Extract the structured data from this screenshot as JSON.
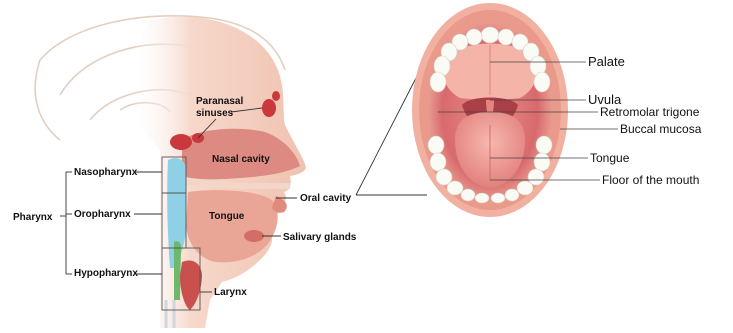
{
  "head_diagram": {
    "labels": {
      "paranasal_sinuses": [
        "Paranasal",
        "sinuses"
      ],
      "nasal_cavity": "Nasal cavity",
      "oral_cavity": "Oral cavity",
      "tongue": "Tongue",
      "salivary_glands": "Salivary glands",
      "larynx": "Larynx",
      "pharynx": "Pharynx",
      "nasopharynx": "Nasopharynx",
      "oropharynx": "Oropharynx",
      "hypopharynx": "Hypopharynx"
    }
  },
  "mouth_diagram": {
    "labels": {
      "palate": "Palate",
      "uvula": "Uvula",
      "retromolar_trigone": "Retromolar trigone",
      "buccal_mucosa": "Buccal mucosa",
      "tongue": "Tongue",
      "floor_of_mouth": "Floor of the mouth"
    }
  },
  "colors": {
    "skin": "#f2c9b8",
    "flesh": "#e8a08e",
    "red": "#c8383c",
    "nasal": "#dc8a82",
    "blue_airway": "#8fd0e6",
    "green": "#6db86a",
    "teeth": "#fbfbf6",
    "brain_outline": "#e6d3c6"
  }
}
